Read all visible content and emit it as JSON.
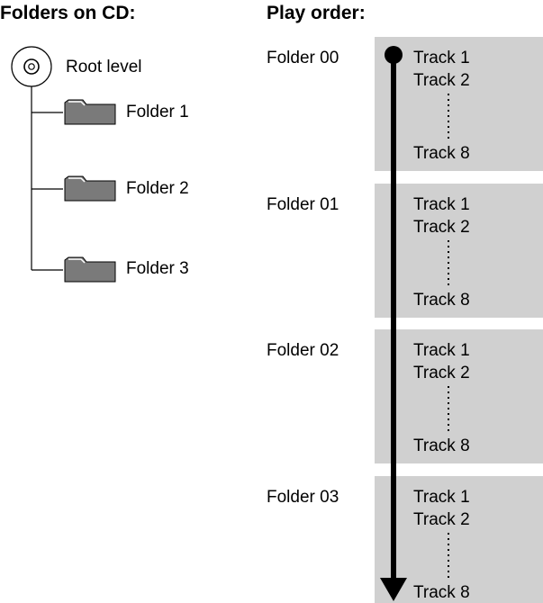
{
  "left": {
    "heading": "Folders on CD:",
    "root_label": "Root level",
    "folders": [
      "Folder 1",
      "Folder 2",
      "Folder 3"
    ],
    "root_icon": "cd-disc-icon",
    "folder_icon": "folder-icon"
  },
  "right": {
    "heading": "Play order:",
    "groups": [
      {
        "label": "Folder 00",
        "first": "Track 1",
        "second": "Track 2",
        "last": "Track 8"
      },
      {
        "label": "Folder 01",
        "first": "Track 1",
        "second": "Track 2",
        "last": "Track 8"
      },
      {
        "label": "Folder 02",
        "first": "Track 1",
        "second": "Track 2",
        "last": "Track 8"
      },
      {
        "label": "Folder 03",
        "first": "Track 1",
        "second": "Track 2",
        "last": "Track 8"
      }
    ]
  },
  "colors": {
    "panel": "#d0d0d0",
    "folder_body": "#7a7a7a",
    "line": "#000000"
  }
}
